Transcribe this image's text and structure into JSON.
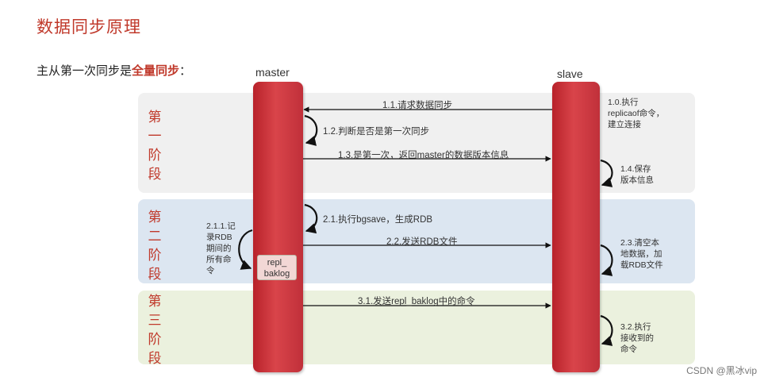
{
  "title": "数据同步原理",
  "subtitle": {
    "prefix": "主从第一次同步是",
    "emphasis": "全量同步",
    "suffix": "："
  },
  "columns": {
    "master": "master",
    "slave": "slave"
  },
  "phases": [
    {
      "label": "第一阶段",
      "color": "#f0f0f0"
    },
    {
      "label": "第二阶段",
      "color": "#dce6f1"
    },
    {
      "label": "第三阶段",
      "color": "#ebf1de"
    }
  ],
  "messages": {
    "m1_1": "1.1.请求数据同步",
    "m1_2": "1.2.判断是否是第一次同步",
    "m1_3": "1.3.是第一次，返回master的数据版本信息",
    "m2_1": "2.1.执行bgsave，生成RDB",
    "m2_2": "2.2.发送RDB文件",
    "m3_1": "3.1.发送repl_baklog中的命令"
  },
  "notes": {
    "n1_0": [
      "1.0.执行",
      "replicaof命令，",
      "建立连接"
    ],
    "n1_4": [
      "1.4.保存",
      "版本信息"
    ],
    "n2_1_1": [
      "2.1.1.记",
      "录RDB",
      "期间的",
      "所有命",
      "令"
    ],
    "n2_3": [
      "2.3.清空本",
      "地数据，加",
      "载RDB文件"
    ],
    "n3_2": [
      "3.2.执行",
      "接收到的",
      "命令"
    ]
  },
  "repl_box": [
    "repl_",
    "baklog"
  ],
  "watermark": "CSDN @黑冰vip",
  "colors": {
    "accent": "#c0392b",
    "bar": "#c9303a"
  }
}
